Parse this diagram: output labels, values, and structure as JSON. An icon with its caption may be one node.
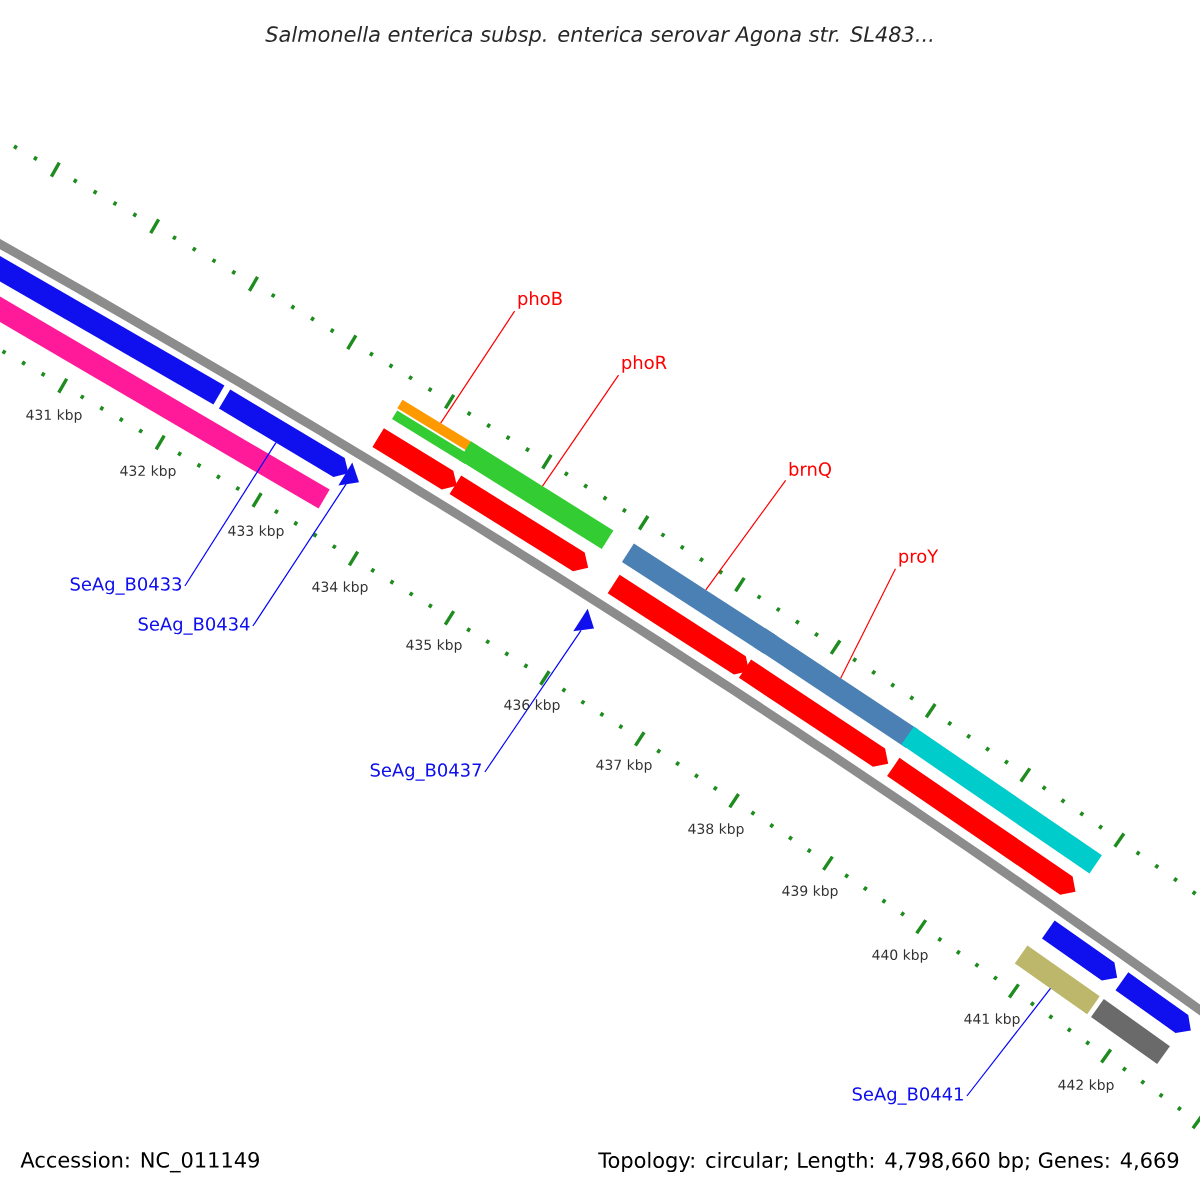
{
  "diagram": {
    "title": "Salmonella enterica subsp. enterica serovar Agona str. SL483...",
    "nodes": [
      {
        "text": [
          "phoB"
        ]
      },
      {
        "text": [
          "phoR"
        ]
      },
      {
        "text": [
          "brnQ"
        ]
      },
      {
        "text": [
          "proY"
        ]
      },
      {
        "text": [
          "SeAg_B0433"
        ]
      },
      {
        "text": [
          "SeAg_B0434"
        ]
      },
      {
        "text": [
          "SeAg_B0437"
        ]
      },
      {
        "text": [
          "SeAg_B0441"
        ]
      },
      {
        "text": [],
        "shape": "bar"
      },
      {
        "text": [],
        "shape": "bar"
      },
      {
        "text": [],
        "shape": "bar"
      },
      {
        "text": [],
        "shape": "bar"
      },
      {
        "text": [],
        "shape": "arrow"
      },
      {
        "text": [],
        "shape": "triangle"
      },
      {
        "text": [],
        "shape": "triangle"
      },
      {
        "text": [],
        "shape": "bar"
      },
      {
        "text": [],
        "shape": "bar"
      },
      {
        "text": [],
        "shape": "bar"
      },
      {
        "text": [],
        "shape": "bar"
      },
      {
        "text": [],
        "shape": "arrow"
      },
      {
        "text": [],
        "shape": "arrow"
      },
      {
        "text": [],
        "shape": "arrow"
      },
      {
        "text": [],
        "shape": "arrow"
      },
      {
        "text": [],
        "shape": "arrow"
      },
      {
        "text": [],
        "shape": "bar"
      },
      {
        "text": [],
        "shape": "arrow"
      },
      {
        "text": [],
        "shape": "arrow"
      },
      {
        "text": [],
        "shape": "bar"
      }
    ],
    "edges": [
      {
        "from": 0,
        "to": 8,
        "arrow": "none",
        "color": "#ff0000"
      },
      {
        "from": 1,
        "to": 9,
        "arrow": "none",
        "color": "#ff0000"
      },
      {
        "from": 2,
        "to": 10,
        "arrow": "none",
        "color": "#ff0000"
      },
      {
        "from": 3,
        "to": 11,
        "arrow": "none",
        "color": "#ff0000"
      },
      {
        "from": 4,
        "to": 12,
        "arrow": "none",
        "color": "#0000ff"
      },
      {
        "from": 5,
        "to": 13,
        "arrow": "none",
        "color": "#0000ff"
      },
      {
        "from": 6,
        "to": 14,
        "arrow": "none",
        "color": "#0000ff"
      },
      {
        "from": 7,
        "to": 15,
        "arrow": "none",
        "color": "#0000ff"
      }
    ],
    "labels": [
      "431 kbp",
      "432 kbp",
      "433 kbp",
      "434 kbp",
      "435 kbp",
      "436 kbp",
      "437 kbp",
      "438 kbp",
      "439 kbp",
      "440 kbp",
      "441 kbp",
      "442 kbp",
      "Accession: NC_011149",
      "Topology: circular; Length: 4,798,660 bp; Genes: 4,669"
    ]
  }
}
